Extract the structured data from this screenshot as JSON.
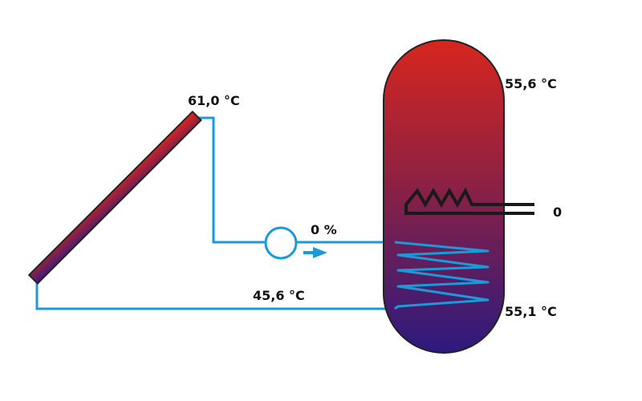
{
  "collector": {
    "outlet_temp": "61,0 °C",
    "return_temp": "45,6 °C"
  },
  "pump": {
    "speed": "0 %"
  },
  "tank": {
    "top_temp": "55,6 °C",
    "bottom_temp": "55,1 °C"
  },
  "heater": {
    "state": "0"
  },
  "colors": {
    "pipe": "#1b9ad8",
    "tank_top": "#d7261e",
    "tank_bottom": "#2c1a7e",
    "collector_top": "#e3241d",
    "collector_bottom": "#3a1b80",
    "outline": "#222222"
  }
}
